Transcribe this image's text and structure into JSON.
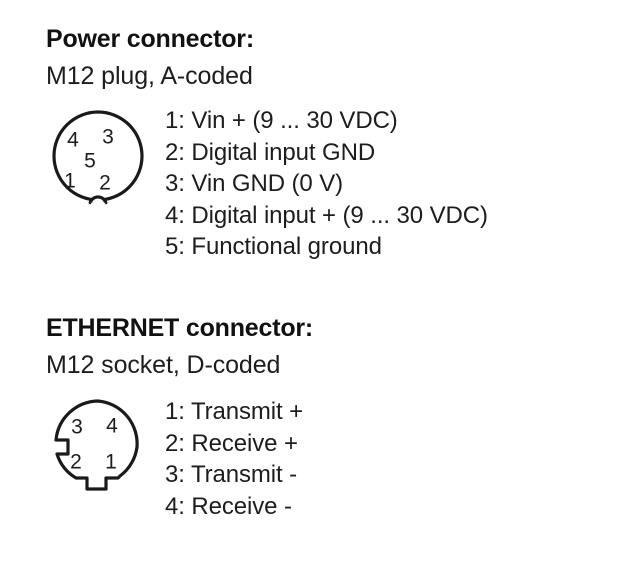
{
  "document": {
    "background_color": "#ffffff",
    "text_color": "#1a1a1a"
  },
  "sections": [
    {
      "id": "power",
      "heading": "Power connector:",
      "subheading": "M12 plug, A-coded",
      "connector": {
        "type": "m12-plug-a-coded",
        "shape": "circle-with-bottom-keyway",
        "pin_count": 5,
        "pin_labels": [
          "1",
          "2",
          "3",
          "4",
          "5"
        ],
        "pin_positions": {
          "4": "upper-left",
          "3": "upper-right",
          "5": "center",
          "1": "lower-left",
          "2": "lower-right"
        }
      },
      "pins": [
        "1: Vin + (9 ... 30 VDC)",
        "2: Digital input GND",
        "3: Vin GND (0 V)",
        "4: Digital input + (9 ... 30 VDC)",
        "5: Functional ground"
      ]
    },
    {
      "id": "ethernet",
      "heading": "ETHERNET connector:",
      "subheading": "M12 socket, D-coded",
      "connector": {
        "type": "m12-socket-d-coded",
        "shape": "circle-with-left-notch-and-bottom-tab",
        "pin_count": 4,
        "pin_labels": [
          "1",
          "2",
          "3",
          "4"
        ],
        "pin_positions": {
          "3": "upper-left",
          "4": "upper-right",
          "2": "lower-left",
          "1": "lower-right"
        }
      },
      "pins": [
        "1: Transmit +",
        "2: Receive +",
        "3: Transmit -",
        "4: Receive -"
      ]
    }
  ]
}
